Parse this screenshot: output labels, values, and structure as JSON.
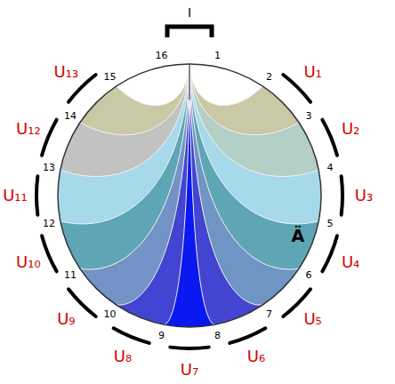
{
  "diagram": {
    "labels": [
      "I",
      "16",
      "1",
      "2",
      "3",
      "4",
      "5",
      "6",
      "7",
      "8",
      "9",
      "10",
      "11",
      "12",
      "13",
      "14",
      "15",
      "U₁",
      "U₂",
      "U₃",
      "U₄",
      "U₅",
      "U₆",
      "U₇",
      "U₈",
      "U₉",
      "U₁₀",
      "U₁₁",
      "U₁₂",
      "U₁₃",
      "Ä"
    ]
  }
}
